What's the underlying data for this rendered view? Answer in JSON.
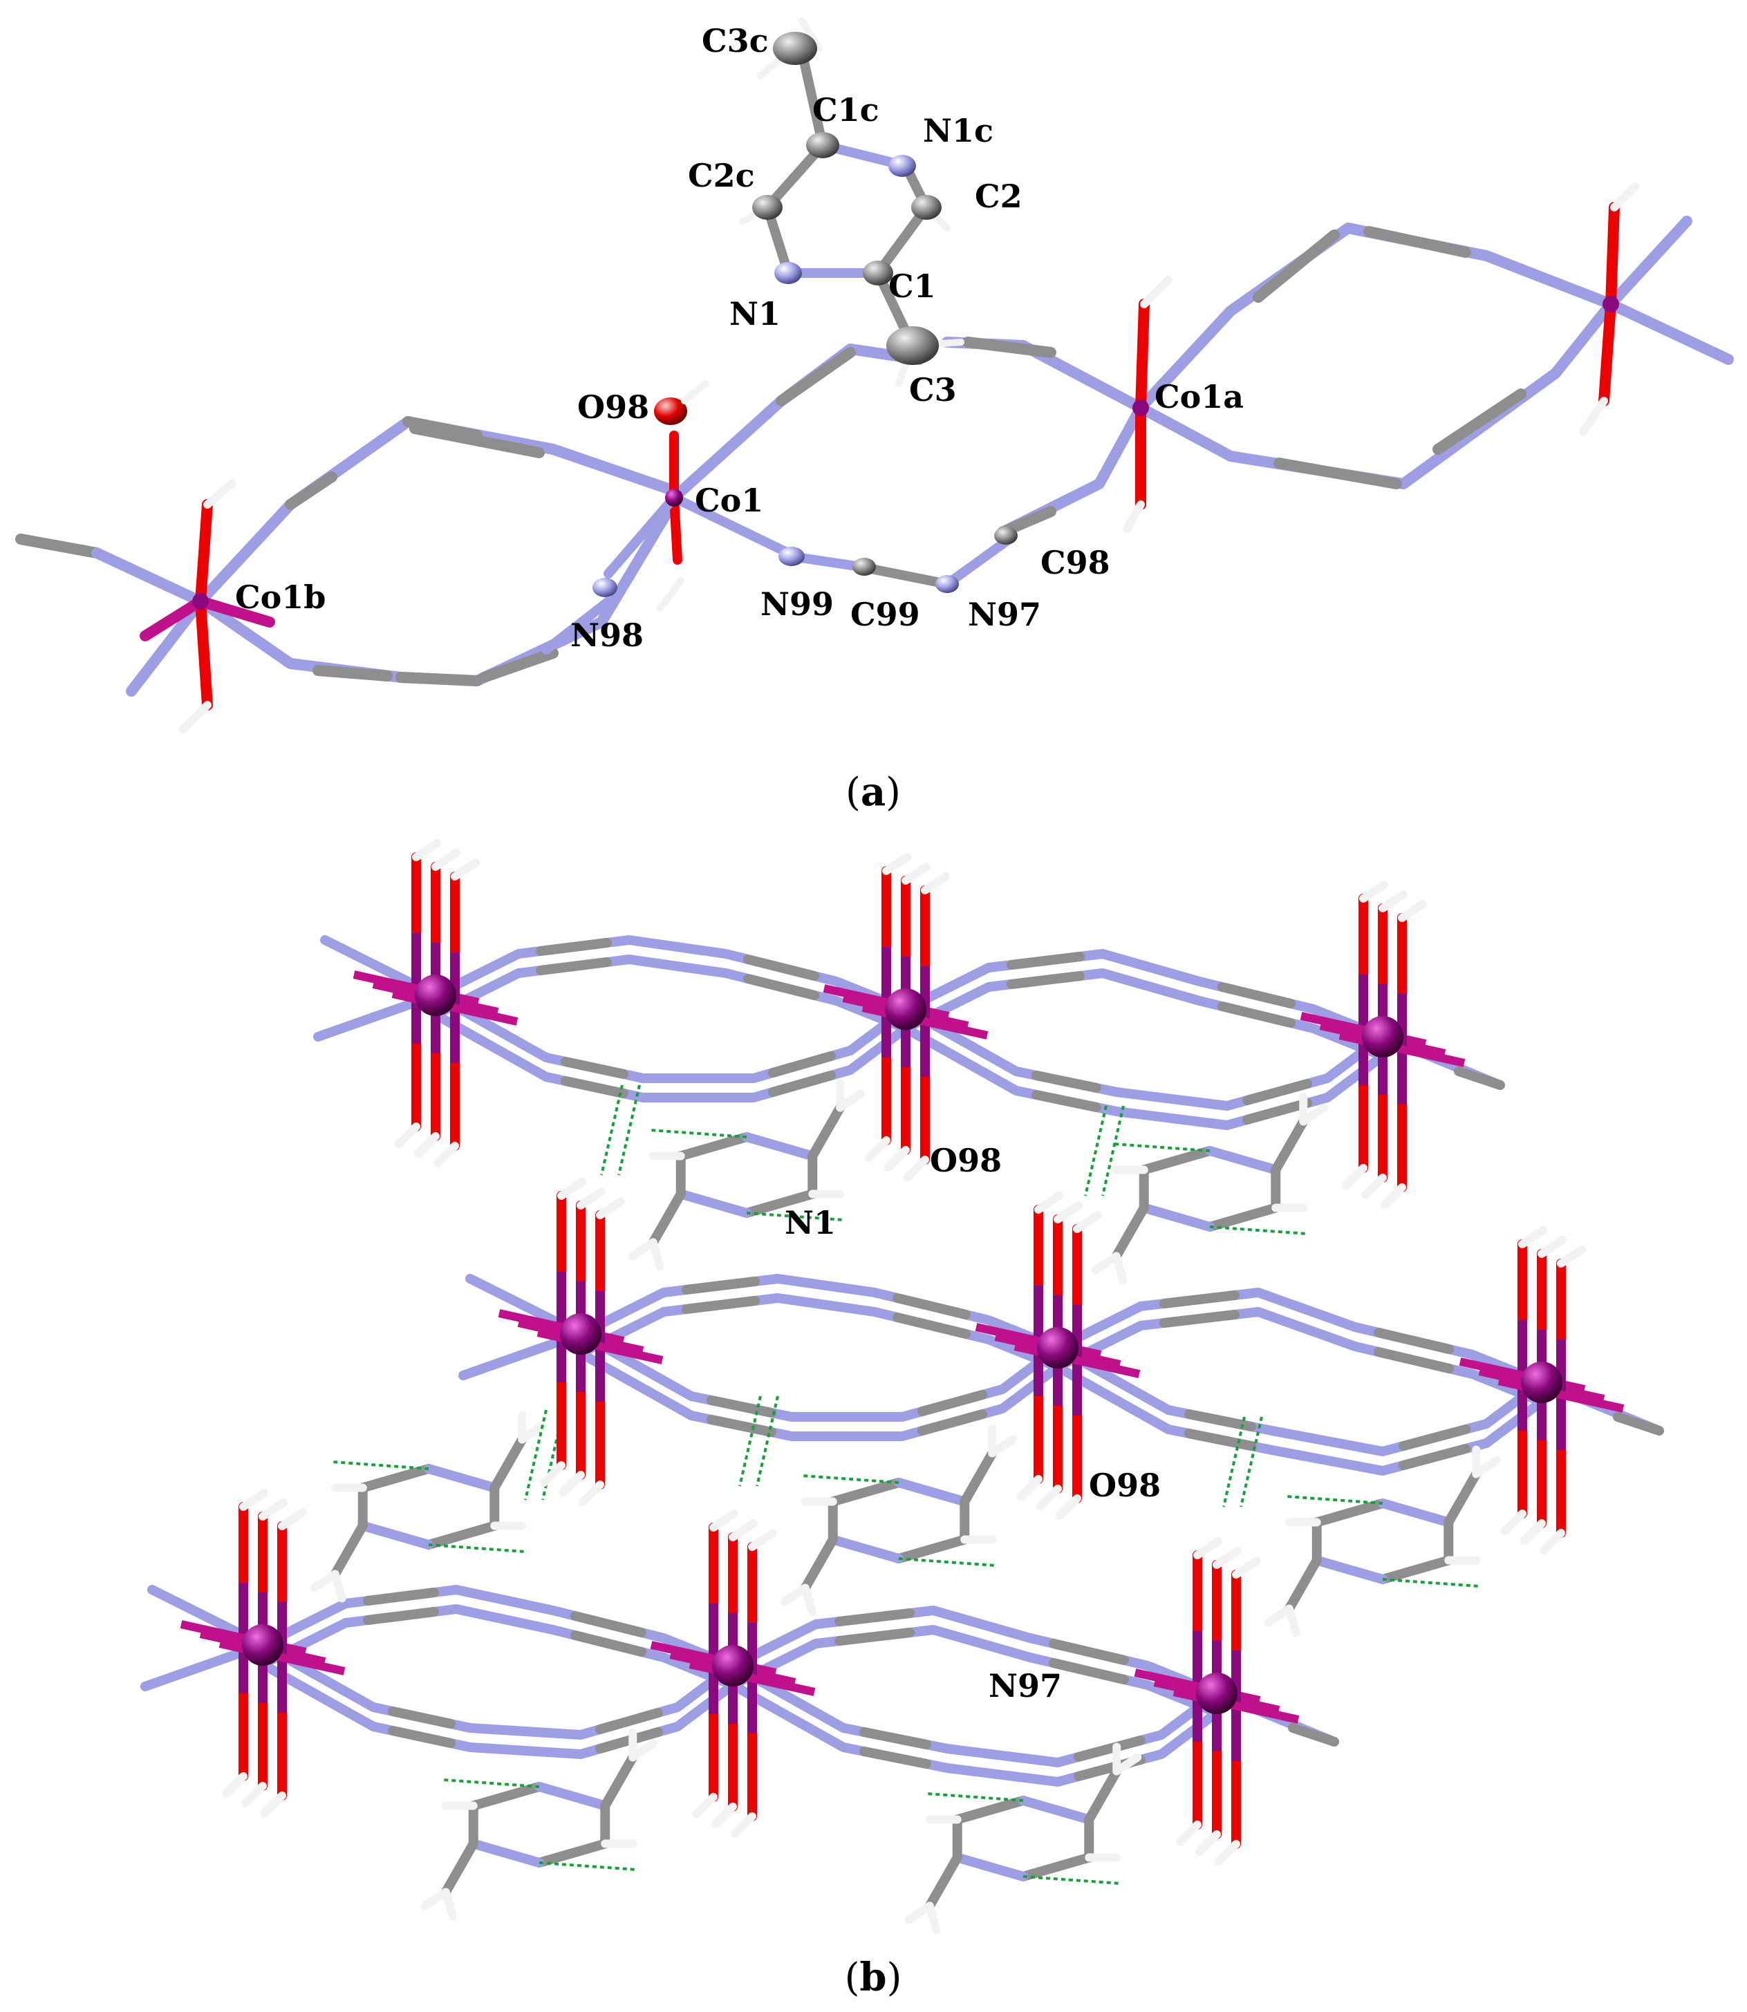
{
  "figure": {
    "panel_a": {
      "caption_open": "(",
      "caption_letter": "a",
      "caption_close": ")",
      "atom_labels": {
        "c3c": "C3c",
        "c1c": "C1c",
        "n1c": "N1c",
        "c2c": "C2c",
        "c2": "C2",
        "c1": "C1",
        "n1": "N1",
        "c3": "C3",
        "o98": "O98",
        "co1a": "Co1a",
        "co1": "Co1",
        "c98": "C98",
        "co1b": "Co1b",
        "n99": "N99",
        "c99": "C99",
        "n97": "N97",
        "n98": "N98"
      }
    },
    "panel_b": {
      "caption_open": "(",
      "caption_letter": "b",
      "caption_close": ")",
      "atom_labels": {
        "o98_top": "O98",
        "n1": "N1",
        "o98_mid": "O98",
        "n97": "N97"
      }
    },
    "colors": {
      "cobalt": "#8a0a7e",
      "cobalt_bond": "#c0108c",
      "oxygen": "#ee0000",
      "nitrogen": "#9e9ee4",
      "carbon": "#8e8e8e",
      "hydrogen": "#f2f2f2",
      "hydrogen_bond": "#18a03c"
    }
  }
}
